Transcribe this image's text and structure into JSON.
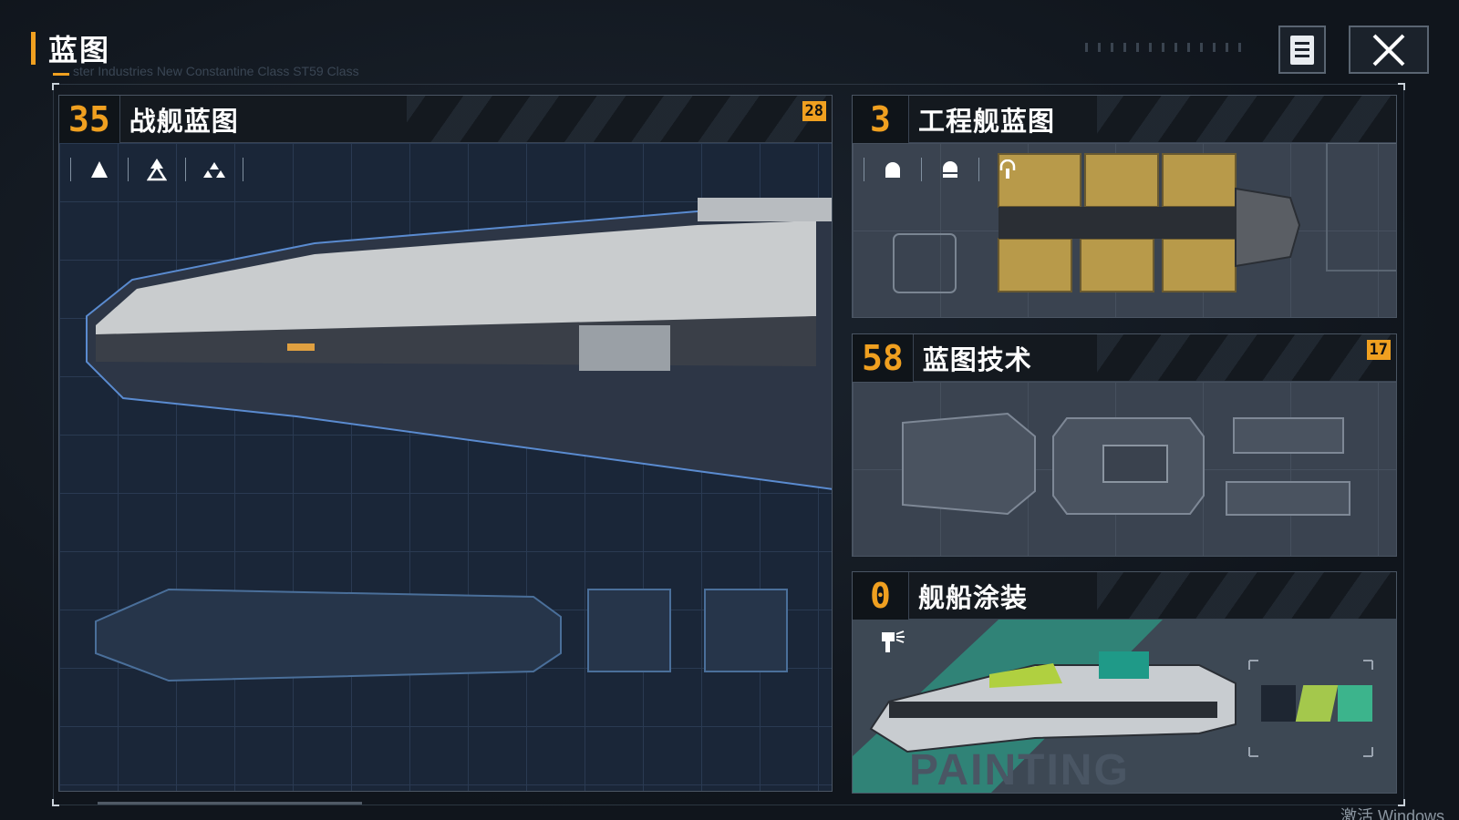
{
  "header": {
    "title": "蓝图",
    "subtitle": "ster Industries  New Constantine Class  ST59 Class"
  },
  "panels": {
    "battleship": {
      "count": "35",
      "title": "战舰蓝图",
      "badge": "28"
    },
    "engineering": {
      "count": "3",
      "title": "工程舰蓝图"
    },
    "tech": {
      "count": "58",
      "title": "蓝图技术",
      "badge": "17"
    },
    "painting": {
      "count": "0",
      "title": "舰船涂装",
      "watermark": "PAINTING"
    }
  },
  "paint_swatches": [
    "#1e2632",
    "#a4c84c",
    "#3cb48c"
  ],
  "colors": {
    "accent": "#f0a020",
    "teal": "#2aa38a"
  },
  "footer": {
    "activation": "激活 Windows"
  }
}
